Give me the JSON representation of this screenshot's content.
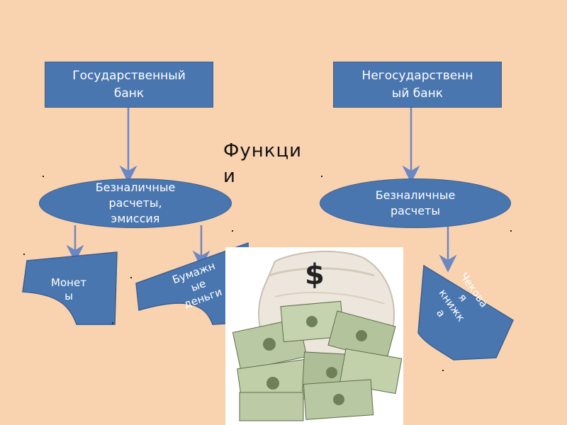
{
  "boxes": {
    "state_bank": "Государственный\nбанк",
    "nonstate_bank": "Негосударственн\nый банк"
  },
  "title": "Функци\nи",
  "ellipses": {
    "state_functions": "Безналичные\nрасчеты,\nэмиссия",
    "nonstate_functions": "Безналичные\nрасчеты"
  },
  "shapes": {
    "coins": "Монет\nы",
    "paper_money": "Бумажн\nые\nденьги",
    "checkbook": "Чекова\nя\nкнижк\nа"
  },
  "colors": {
    "background": "#f9d2b0",
    "shape_fill": "#4a76b0",
    "arrow": "#6b87c4"
  }
}
